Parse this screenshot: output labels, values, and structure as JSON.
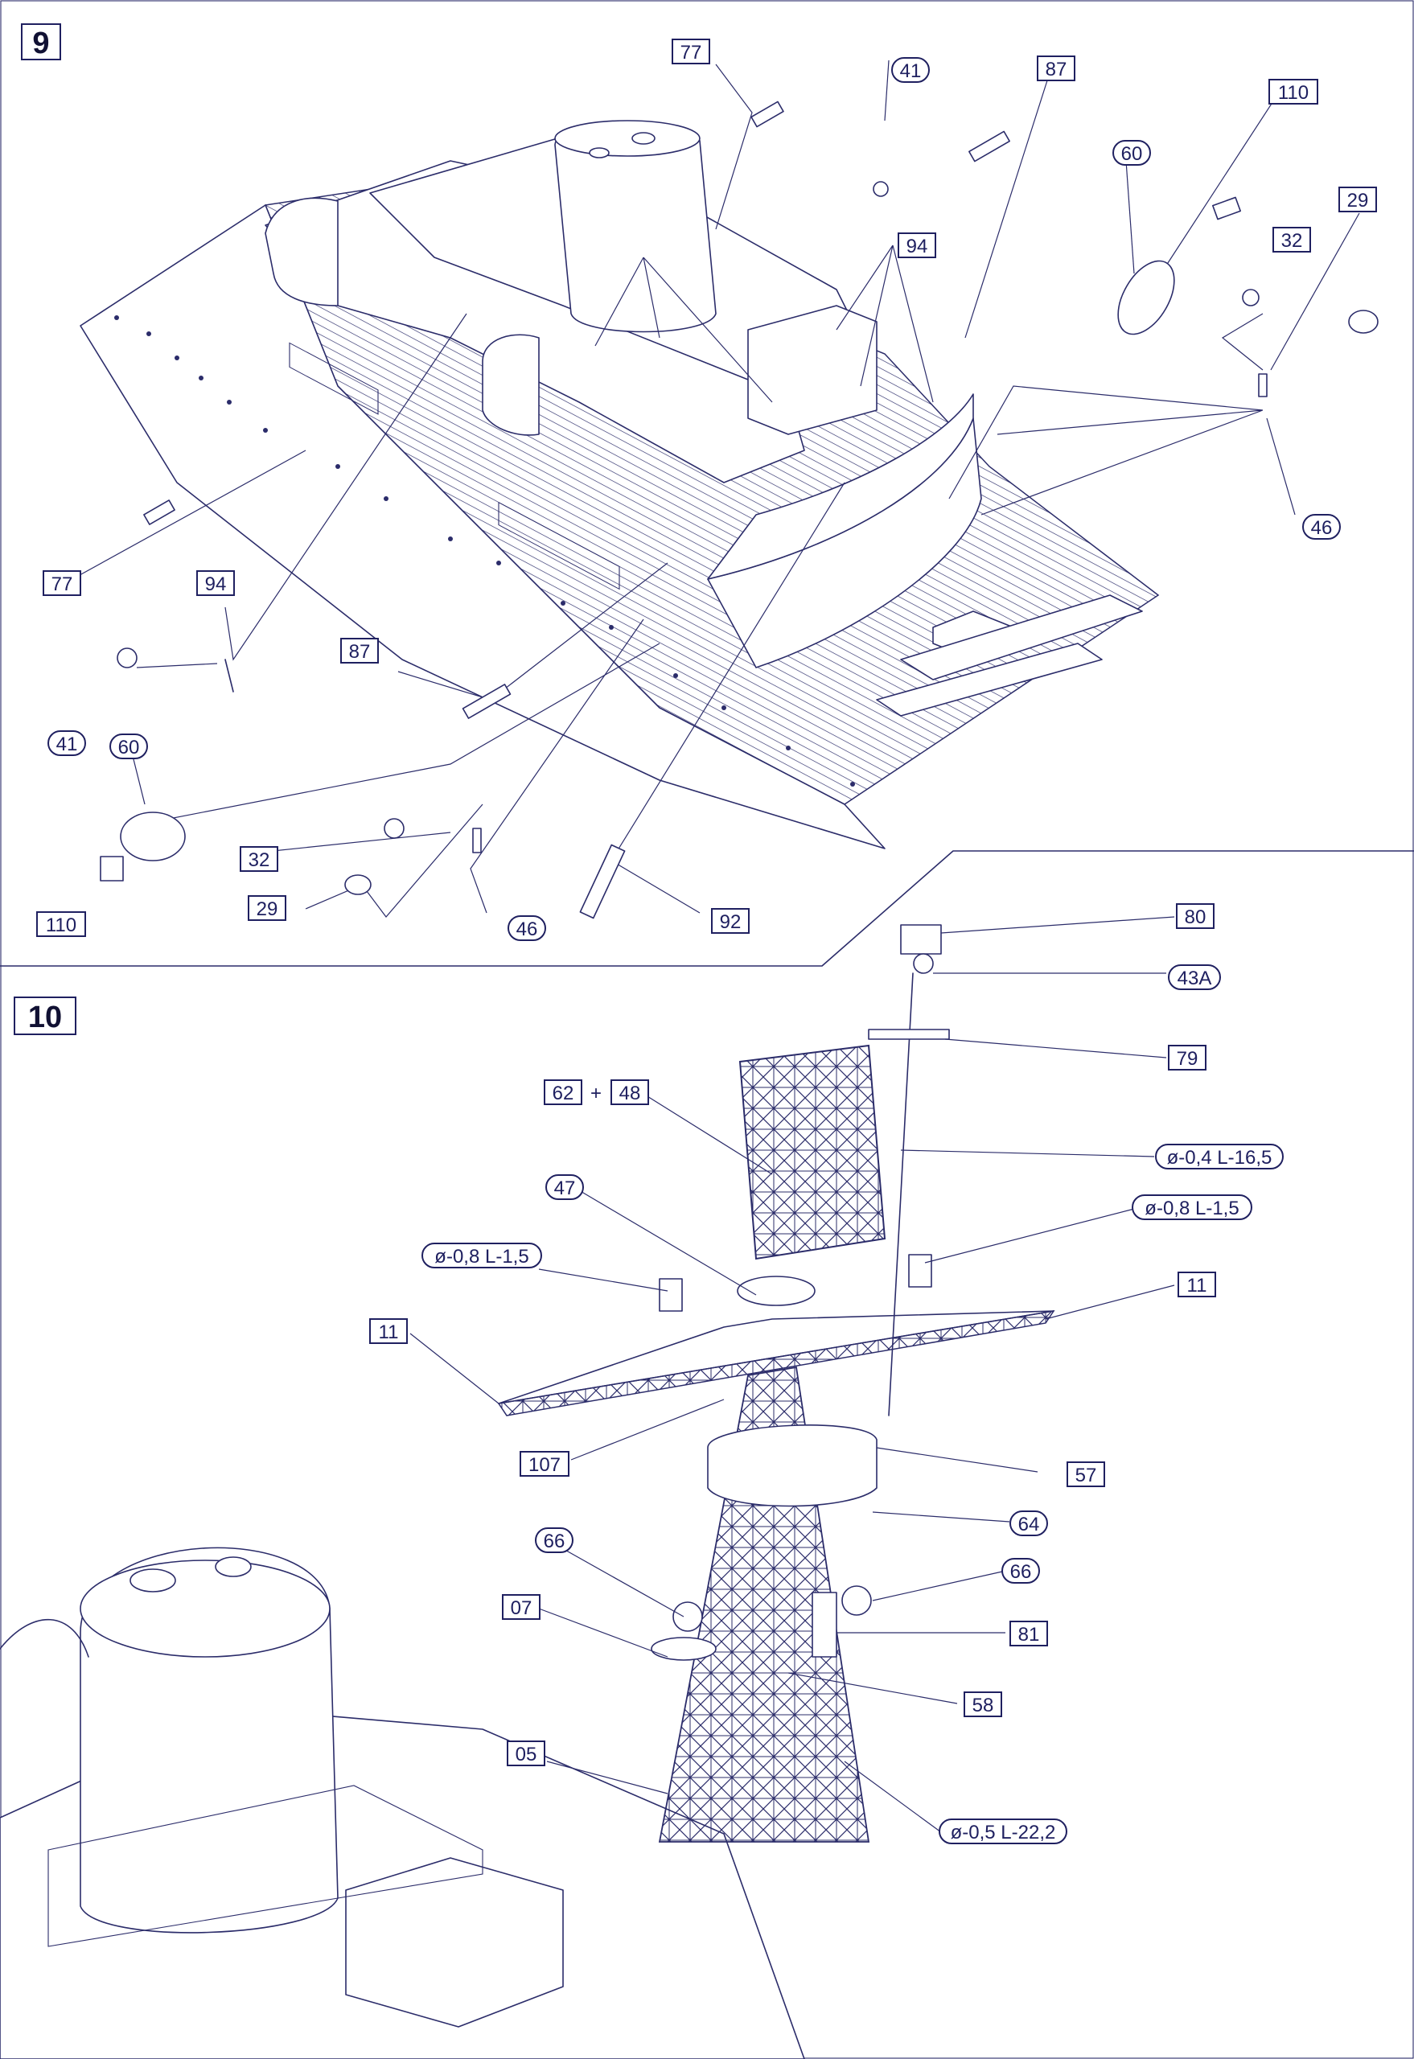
{
  "steps": [
    {
      "number": "9",
      "labels": [
        "77",
        "41",
        "87",
        "110",
        "60",
        "29",
        "32",
        "94",
        "46",
        "77",
        "94",
        "87",
        "41",
        "60",
        "32",
        "29",
        "110",
        "46",
        "92"
      ]
    },
    {
      "number": "10",
      "labels": [
        "80",
        "43A",
        "79",
        "62",
        "+",
        "48",
        "ø-0,4 L-16,5",
        "47",
        "ø-0,8 L-1,5",
        "ø-0,8 L-1,5",
        "11",
        "11",
        "107",
        "57",
        "64",
        "66",
        "66",
        "07",
        "81",
        "58",
        "05",
        "ø-0,5 L-22,2"
      ]
    }
  ],
  "colors": {
    "line": "#2b2c6a",
    "text": "#1f2060",
    "background": "#ffffff"
  }
}
